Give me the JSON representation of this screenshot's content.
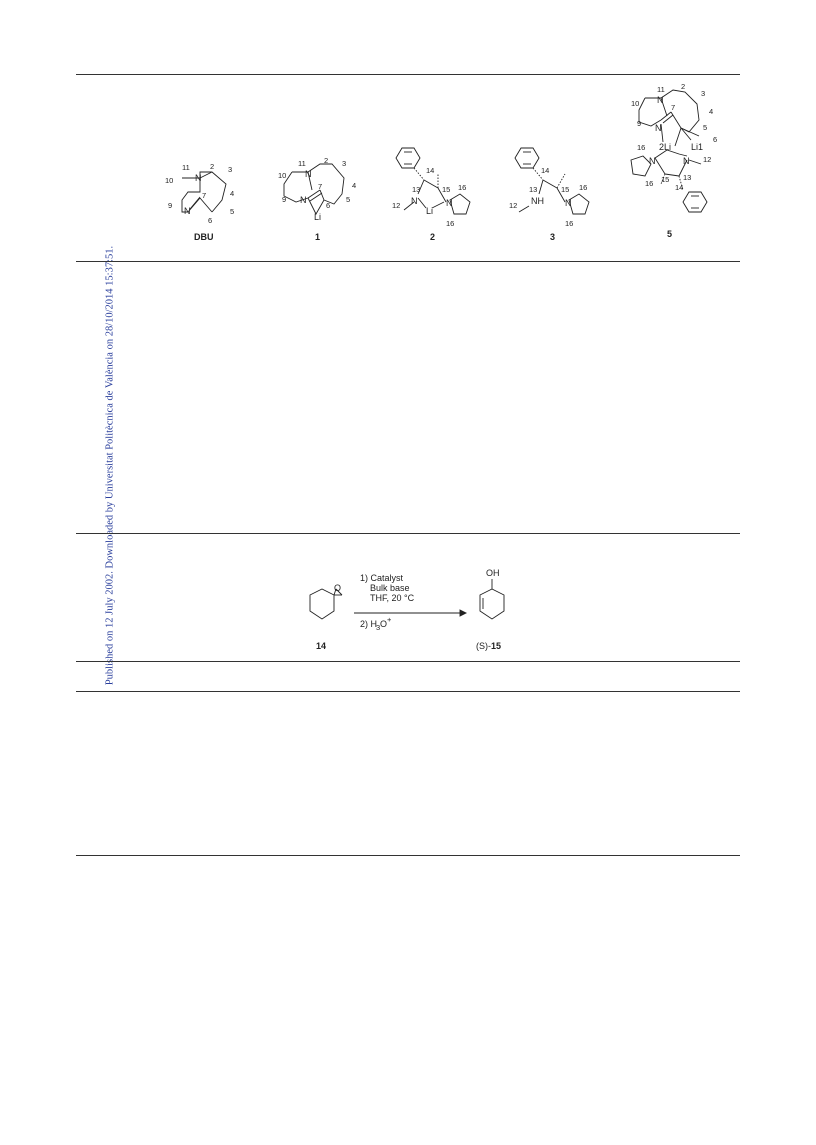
{
  "side_note": "Published on 12 July 2002. Downloaded by Universitat Politècnica de València on 28/10/2014 15:37:51.",
  "structures": {
    "dbu": {
      "caption": "DBU",
      "n": "N",
      "n2": "N",
      "labels": [
        "11",
        "2",
        "3",
        "10",
        "4",
        "9",
        "7",
        "5",
        "6"
      ]
    },
    "c1": {
      "caption": "1",
      "n": "N",
      "n2": "N",
      "li": "Li",
      "labels": [
        "11",
        "2",
        "3",
        "10",
        "4",
        "9",
        "7",
        "5",
        "6"
      ]
    },
    "c2": {
      "caption": "2",
      "n": "N",
      "n2": "N",
      "li": "Li",
      "labels": [
        "14",
        "13",
        "15",
        "16",
        "12",
        "16"
      ]
    },
    "c3": {
      "caption": "3",
      "nh": "NH",
      "n": "N",
      "labels": [
        "14",
        "13",
        "15",
        "16",
        "12",
        "16"
      ]
    },
    "c5": {
      "caption": "5",
      "n": "N",
      "n2": "N",
      "n3": "N",
      "n4": "N",
      "li2": "2Li",
      "li1": "Li1",
      "labels": [
        "11",
        "2",
        "3",
        "10",
        "4",
        "7",
        "9",
        "5",
        "6",
        "16",
        "12",
        "16",
        "15",
        "13",
        "14"
      ]
    }
  },
  "scheme": {
    "reactant": {
      "caption": "14",
      "o": "O"
    },
    "conditions": [
      "1) Catalyst",
      "Bulk base",
      "THF, 20 °C",
      "2) H",
      "3",
      "O",
      "+"
    ],
    "product": {
      "oh": "OH",
      "caption_prefix": "(S)-",
      "caption_num": "15"
    }
  }
}
